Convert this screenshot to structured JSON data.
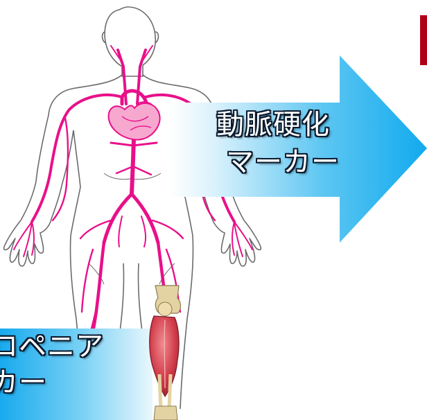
{
  "labels": {
    "arterial_line1": "動脈硬化",
    "arterial_line2": "マーカー",
    "sarcopenia_line1": "ロペニア",
    "sarcopenia_line2": "カー"
  },
  "colors": {
    "artery": "#e8108a",
    "arrow_blue": "#17b0ef",
    "arrow_light": "#f2fafe",
    "outline": "#6a6a6a",
    "bone": "#e4d3a2",
    "muscle": "#c63a48",
    "accent_red": "#b00018",
    "text_stroke": "#0a1a2e"
  },
  "icons": {
    "figure": "human-body-icon",
    "heart": "heart-icon",
    "leg": "leg-anatomy-icon"
  }
}
